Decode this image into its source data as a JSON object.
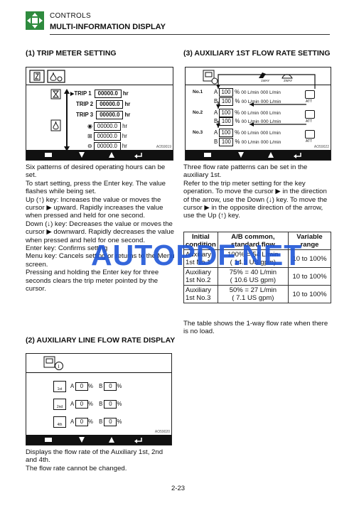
{
  "header": {
    "category": "CONTROLS",
    "title": "MULTI-INFORMATION DISPLAY"
  },
  "section1": {
    "title": "(1) TRIP METER SETTING",
    "screen": {
      "trips": [
        {
          "label": "TRIP",
          "num": "1",
          "value": "00000.0",
          "unit": "hr"
        },
        {
          "label": "TRIP",
          "num": "2",
          "value": "00000.0",
          "unit": "hr"
        },
        {
          "label": "TRIP",
          "num": "3",
          "value": "00000.0",
          "unit": "hr"
        }
      ],
      "meters": [
        {
          "value": "00000.0",
          "unit": "hr"
        },
        {
          "value": "00000.0",
          "unit": "hr"
        },
        {
          "value": "00000.0",
          "unit": "hr"
        }
      ],
      "code": "AO59019"
    },
    "paragraphs": [
      "Six patterns of desired operating hours can be set.",
      "To start setting, press the Enter key. The value flashes while being set.",
      "Up (↑) key: Increases the value or moves the cursor ▶ upward. Rapidly increases the value when pressed and held for one second.",
      "Down (↓) key: Decreases the value or moves the cursor ▶ downward. Rapidly decreases the value when pressed and held for one second.",
      "Enter key: Confirms setting",
      "Menu key: Cancels setting or returns to the Menu screen.",
      "Pressing and holding the Enter key for three seconds clears the trip meter pointed by the cursor."
    ]
  },
  "section2": {
    "title": "(2) AUXILIARY LINE FLOW RATE DISPLAY",
    "screen": {
      "rows": [
        {
          "tag": "1st",
          "a": "0",
          "b": "0"
        },
        {
          "tag": "2nd",
          "a": "0",
          "b": "0"
        },
        {
          "tag": "4th",
          "a": "0",
          "b": "0"
        }
      ],
      "a_label": "A",
      "b_label": "B",
      "pct": "%",
      "code": "AO59020"
    },
    "paragraphs": [
      "Displays the flow rate of the Auxiliary 1st, 2nd and 4th.",
      "The flow rate cannot be changed."
    ]
  },
  "section3": {
    "title": "(3) AUXILIARY 1ST FLOW RATE SETTING",
    "screen": {
      "mode_labels": [
        "1WAY",
        "2WAY"
      ],
      "rows": [
        {
          "no": "No.1",
          "a_pct": "100",
          "a_flow": "00 L/min",
          "a_flow2": "000 L/min",
          "b_pct": "100",
          "b_flow": "00 L/min",
          "b_flow2": "000 L/min",
          "att": "ATT"
        },
        {
          "no": "No.2",
          "a_pct": "100",
          "a_flow": "00 L/min",
          "a_flow2": "000 L/min",
          "b_pct": "100",
          "b_flow": "00 L/min",
          "b_flow2": "000 L/min",
          "att": "ATT"
        },
        {
          "no": "No.3",
          "a_pct": "100",
          "a_flow": "00 L/min",
          "a_flow2": "000 L/min",
          "b_pct": "100",
          "b_flow": "00 L/min",
          "b_flow2": "000 L/min",
          "att": "ATT"
        }
      ],
      "pct": "%",
      "a_label": "A",
      "b_label": "B",
      "code": "AO59022"
    },
    "paragraphs": [
      "Three flow rate patterns can be set in the auxiliary 1st.",
      "Refer to the trip meter setting for the key operation. To move the cursor ▶ in the direction of the arrow, use the Down (↓) key. To move the cursor ▶ in the opposite direction of the arrow, use the Up (↑) key."
    ],
    "table": {
      "headers": [
        "Initial condition",
        "A/B common, standard flow",
        "Variable range"
      ],
      "rows": [
        {
          "cond": "Auxiliary 1st No.1",
          "flow": "100% = 54 L/min",
          "flow2": "( 14.3 US gpm)",
          "range": "10 to 100%"
        },
        {
          "cond": "Auxiliary 1st No.2",
          "flow": "75% = 40 L/min",
          "flow2": "( 10.6 US gpm)",
          "range": "10 to 100%"
        },
        {
          "cond": "Auxiliary 1st No.3",
          "flow": "50% = 27 L/min",
          "flow2": "( 7.1 US gpm)",
          "range": "10 to 100%"
        }
      ]
    },
    "note": "The table shows the 1-way flow rate when there is no load."
  },
  "watermark": "AUTOPDF.NET",
  "page_number": "2-23"
}
